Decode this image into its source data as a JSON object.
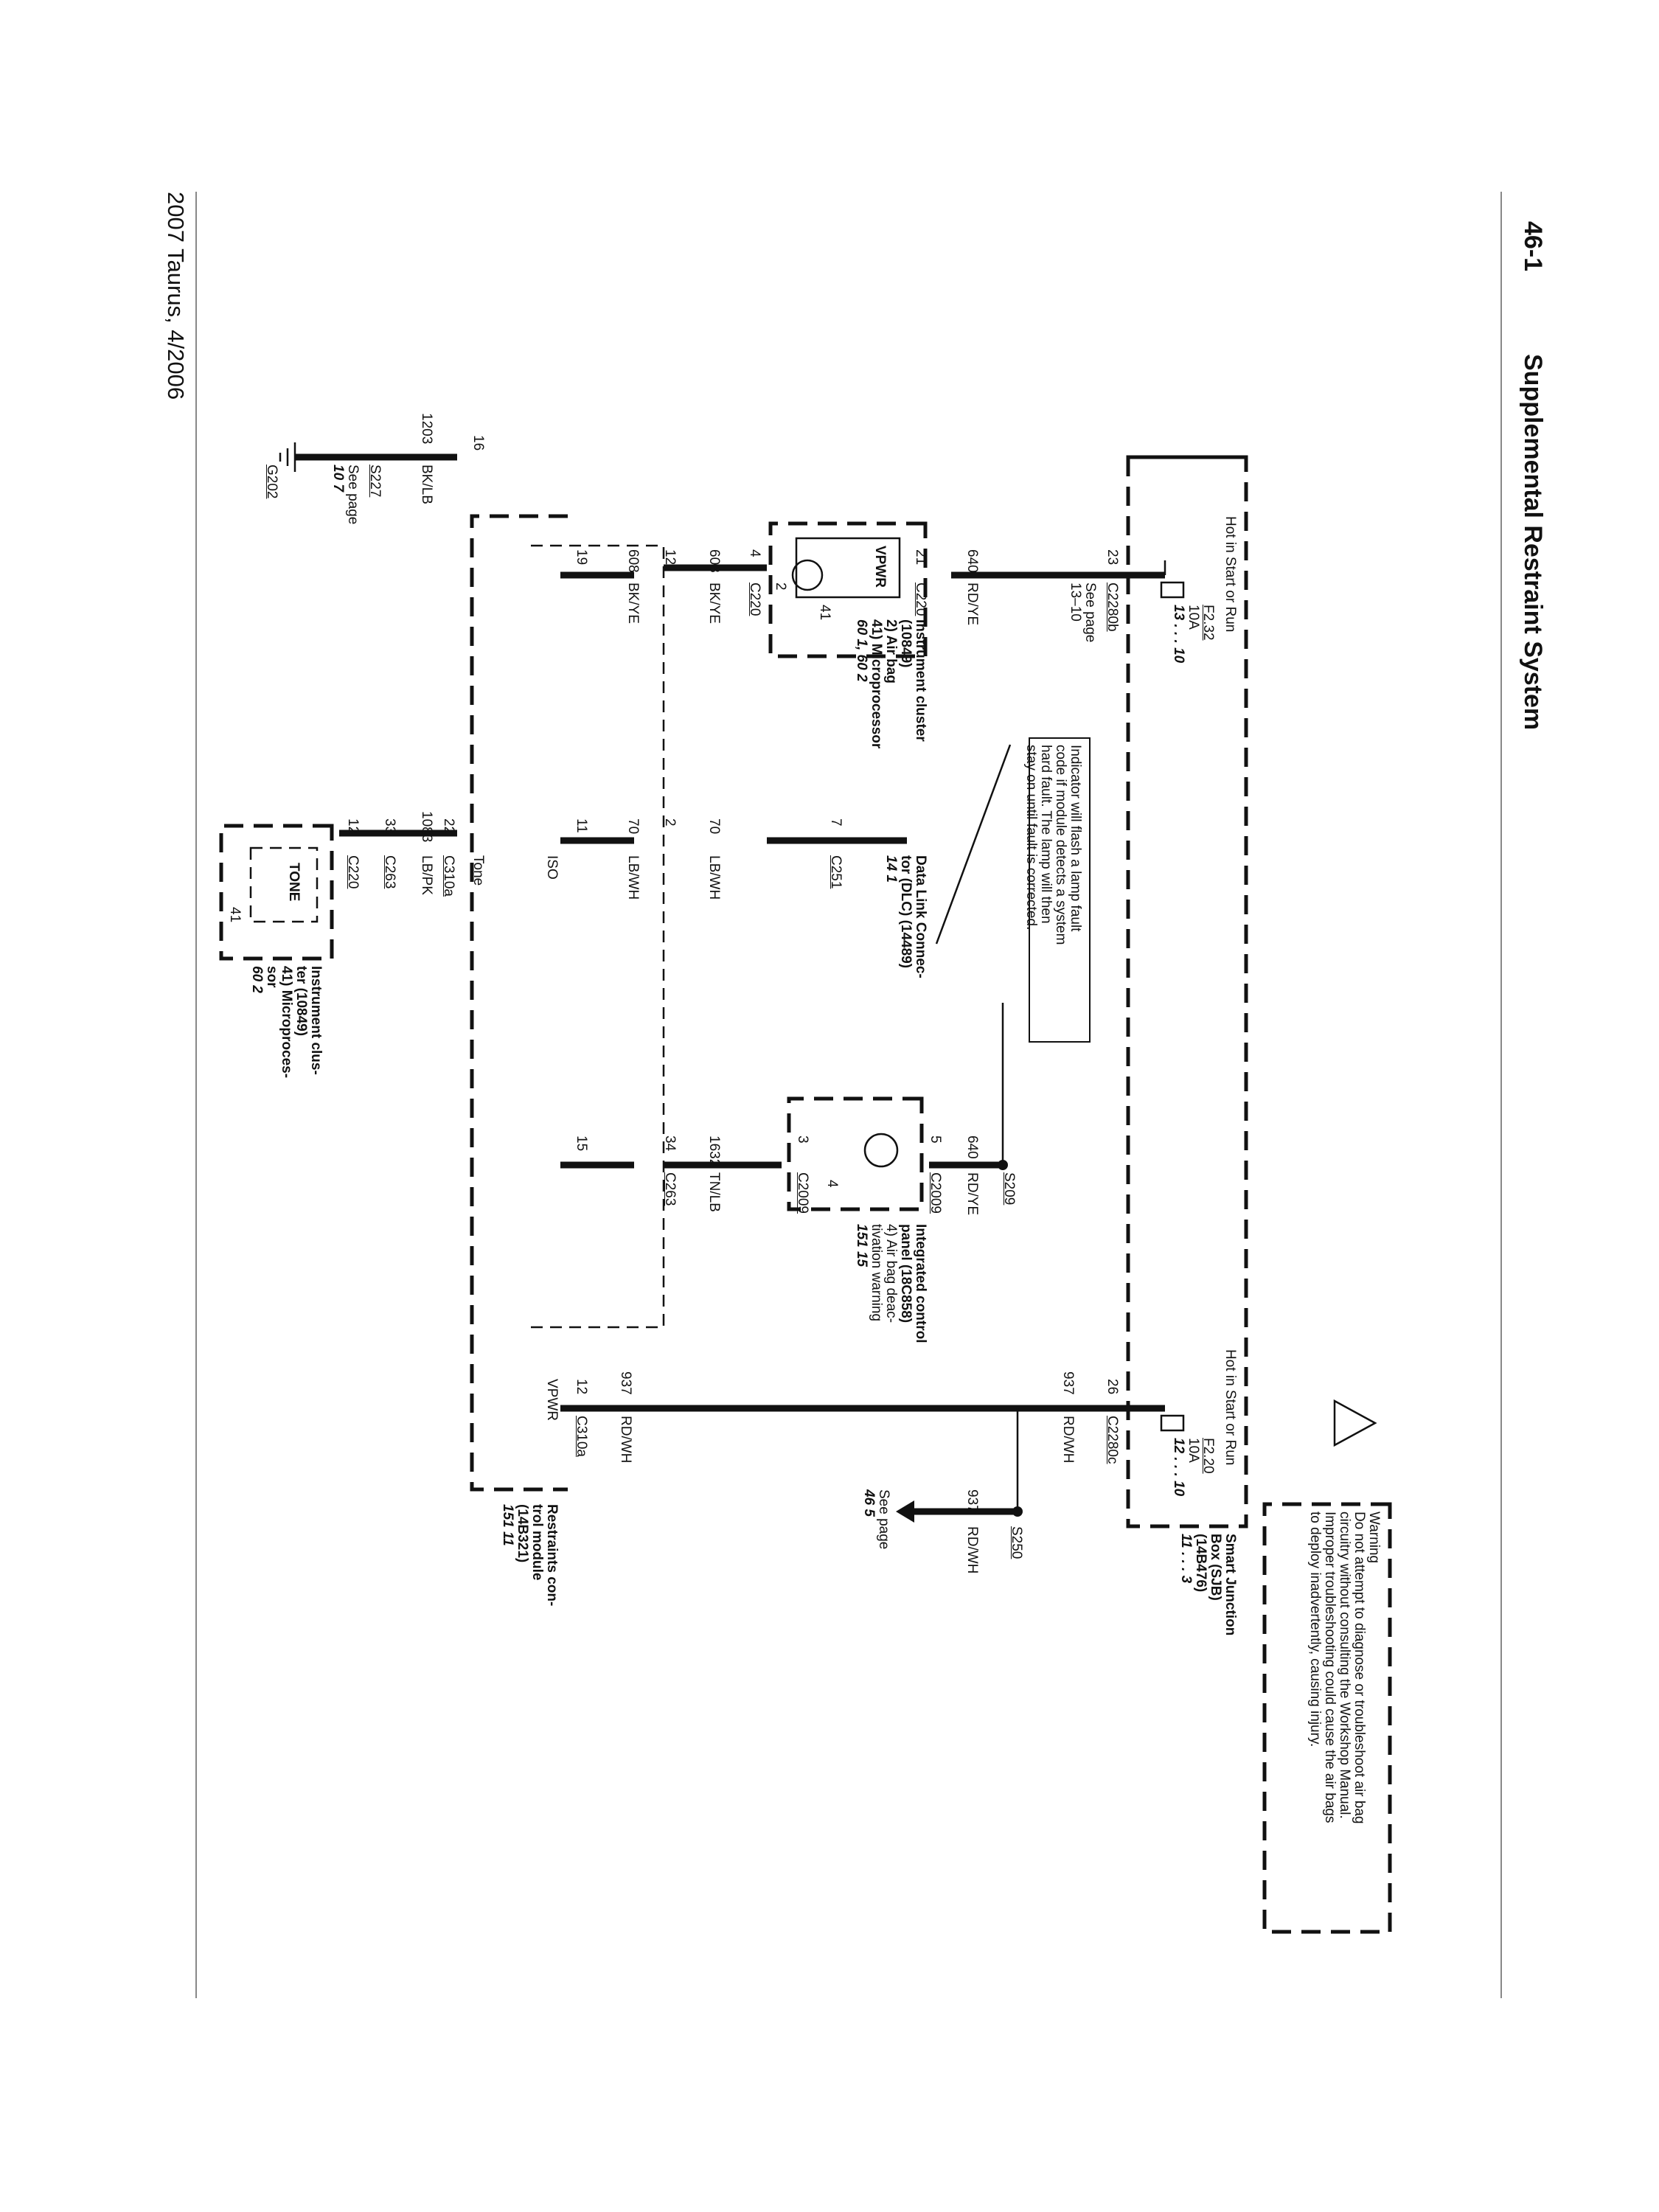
{
  "header": {
    "page_number": "46-1",
    "title": "Supplemental Restraint System"
  },
  "footer": {
    "text": "2007 Taurus, 4/2006"
  },
  "warning": {
    "title": "Warning",
    "lines": [
      "Do not attempt to diagnose or troubleshoot air bag",
      "circuitry without consulting the Workshop Manual.",
      "Improper troubleshooting could cause the air bags",
      "to deploy inadvertently, causing injury."
    ]
  },
  "sjb": {
    "power_label_left": "Hot in Start or Run",
    "power_label_right": "Hot in Start or Run",
    "name_lines": [
      "Smart Junction",
      "Box (SJB)",
      "(14B476)"
    ],
    "ref": "11 . . . 3",
    "fuse_left": {
      "name": "F2.32",
      "rating": "10A",
      "ref": "13 . . . 10"
    },
    "fuse_right": {
      "name": "F2.20",
      "rating": "10A",
      "ref": "12 . . . 10"
    }
  },
  "left_circuit": {
    "c2280b_pin": "23",
    "c2280b": "C2280b",
    "see_page": "See page",
    "see_page_ref": "13–10",
    "wire_640": "640",
    "color_rdye": "RD/YE",
    "c220_pin_21": "21",
    "c220": "C220",
    "vpwr": "VPWR",
    "pin_41": "41",
    "pin_2": "2",
    "pin_4": "4",
    "cluster_lines": [
      "Instrument cluster",
      "(10849)",
      "2)  Air bag",
      "41) Microprocessor"
    ],
    "cluster_refs": "60    1, 60    2",
    "wire_608a": "608",
    "color_bkye_a": "BK/YE",
    "pin_12": "12",
    "wire_608b": "608",
    "color_bkye_b": "BK/YE",
    "pin_19": "19",
    "wire_1203": "1203",
    "color_bklb": "BK/LB",
    "pin_16": "16",
    "s227": "S227",
    "s227_see": "See page",
    "s227_ref": "10    7",
    "g202": "G202"
  },
  "note": {
    "lines": [
      "Indicator will flash a lamp fault",
      "code if module detects a system",
      "hard fault. The lamp will then",
      "stay on until fault is corrected."
    ]
  },
  "dlc": {
    "lines": [
      "Data Link Connec-",
      "tor (DLC) (14489)"
    ],
    "refs": "14    1",
    "pin_7": "7",
    "c251": "C251",
    "wire_70a": "70",
    "color_lbwh_a": "LB/WH",
    "pin_2": "2",
    "wire_70b": "70",
    "color_lbwh_b": "LB/WH",
    "pin_11": "11",
    "iso": "ISO"
  },
  "tone": {
    "tone_label": "Tone",
    "pin_22": "22",
    "c310a": "C310a",
    "wire_1083": "1083",
    "color_lbpk": "LB/PK",
    "pin_33": "33",
    "c263": "C263",
    "pin_12": "12",
    "c220": "C220",
    "box": "TONE",
    "pin_41": "41",
    "cluster_lines": [
      "Instrument clus-",
      "ter (10849)",
      "41) Microproces-",
      "sor"
    ],
    "refs": "60    2"
  },
  "icp": {
    "s209": "S209",
    "wire_640": "640",
    "color_rdye": "RD/YE",
    "pin_5": "5",
    "c2009_a": "C2009",
    "pin_4": "4",
    "pin_3": "3",
    "c2009_b": "C2009",
    "wire_1632": "1632",
    "color_tnlb": "TN/LB",
    "pin_34": "34",
    "c263": "C263",
    "pin_15": "15",
    "lines": [
      "Integrated control",
      "panel (18C858)",
      "4)  Air bag deac-",
      "tivation warning"
    ],
    "refs": "151    15"
  },
  "rcm": {
    "c2280c_pin": "26",
    "c2280c": "C2280c",
    "wire_937a": "937",
    "color_rdwh_a": "RD/WH",
    "wire_937b": "937",
    "color_rdwh_b": "RD/WH",
    "pin_12": "12",
    "c310a": "C310a",
    "vpwr": "VPWR",
    "s250": "S250",
    "wire_937c": "937",
    "color_rdwh_c": "RD/WH",
    "see_page": "See page",
    "see_ref": "46    5",
    "lines": [
      "Restraints con-",
      "trol module",
      "(14B321)"
    ],
    "refs": "151    11"
  }
}
